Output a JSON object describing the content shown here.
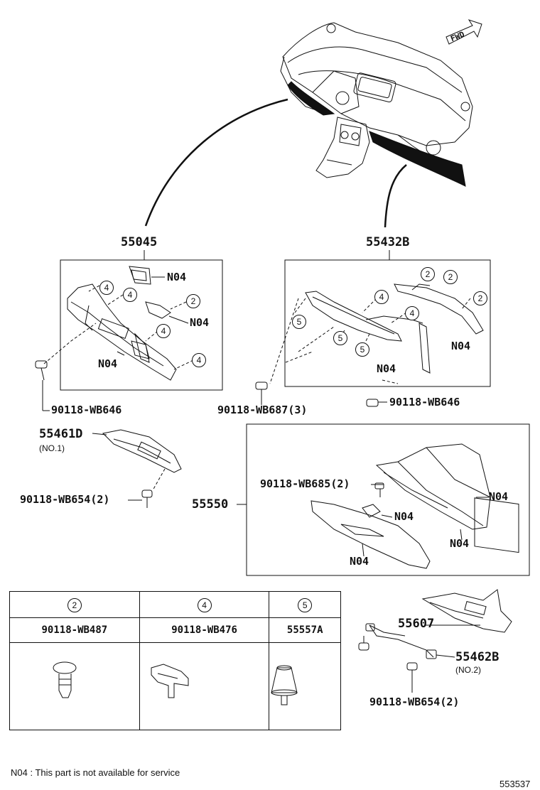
{
  "fwd_label": "FWD",
  "groups": {
    "g55045": {
      "part": "55045",
      "callouts": [
        "N04",
        "N04",
        "N04"
      ],
      "refs": [
        "4",
        "4",
        "2",
        "4",
        "4"
      ],
      "screw": "90118-WB646"
    },
    "g55432B": {
      "part": "55432B",
      "callouts": [
        "N04",
        "N04"
      ],
      "refs": [
        "2",
        "2",
        "2",
        "4",
        "4",
        "5",
        "5",
        "5"
      ],
      "screw_left": "90118-WB687(3)",
      "screw_right": "90118-WB646"
    },
    "g55461D": {
      "part": "55461D",
      "sub": "(NO.1)",
      "screw": "90118-WB654(2)"
    },
    "g55550": {
      "part": "55550",
      "screw": "90118-WB685(2)",
      "callouts": [
        "N04",
        "N04",
        "N04",
        "N04"
      ]
    },
    "g55607": {
      "part": "55607",
      "part2": "55462B",
      "sub": "(NO.2)",
      "screw": "90118-WB654(2)"
    }
  },
  "legend": {
    "cols": [
      {
        "ref": "2",
        "part": "90118-WB487",
        "icon": "screw-clip-icon"
      },
      {
        "ref": "4",
        "part": "90118-WB476",
        "icon": "clip-icon"
      },
      {
        "ref": "5",
        "part": "55557A",
        "icon": "cushion-icon"
      }
    ]
  },
  "footnote": "N04 : This part is not available for service",
  "diagram_id": "553537"
}
